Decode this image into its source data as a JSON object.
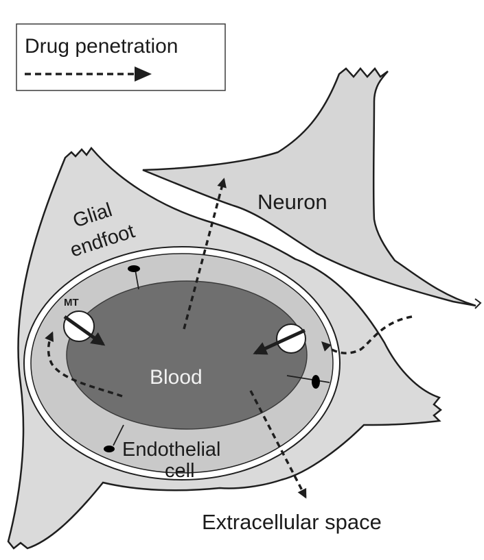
{
  "legend": {
    "title": "Drug penetration",
    "arrow_style": "dashed-arrow"
  },
  "labels": {
    "neuron": "Neuron",
    "glial_line1": "Glial",
    "glial_line2": "endfoot",
    "mt": "MT",
    "blood": "Blood",
    "endothelial_line1": "Endothelial",
    "endothelial_line2": "cell",
    "extracellular": "Extracellular space"
  },
  "colors": {
    "background": "#ffffff",
    "outline": "#1e1e1e",
    "cell_fill": "#d9d9d9",
    "endothelium_fill": "#c9c9c9",
    "blood_fill": "#6f6f6f",
    "blood_text": "#f2f2f2",
    "transporter_fill": "#ffffff",
    "junction_fill": "#000000"
  },
  "icons": [
    "transporter-circle",
    "tight-junction-dot",
    "dashed-arrow",
    "solid-arrow"
  ]
}
